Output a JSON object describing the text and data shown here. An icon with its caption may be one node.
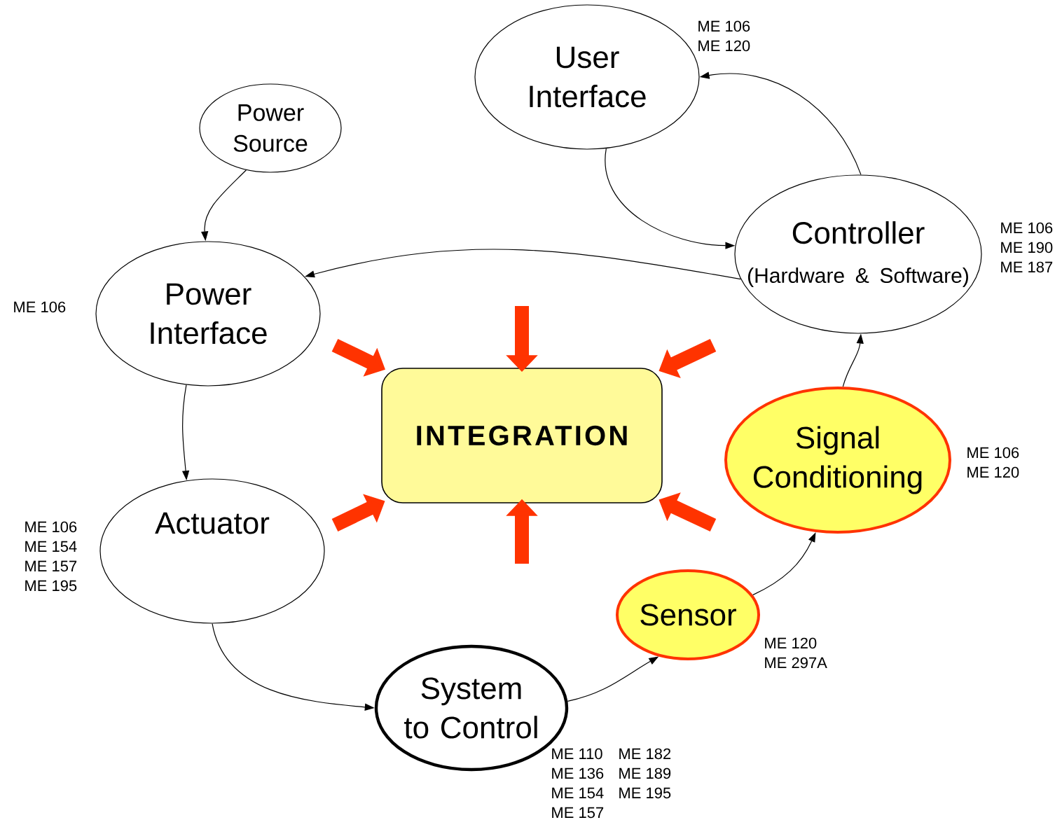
{
  "diagram": {
    "nodes": [
      {
        "text": [
          "User Interface"
        ],
        "beside": [
          "ME 106",
          "ME 120"
        ]
      },
      {
        "text": [
          "Power Source"
        ]
      },
      {
        "text": [
          "Controller",
          "(Hardware & Software)"
        ],
        "beside": [
          "ME 106",
          "ME 190",
          "ME 187"
        ]
      },
      {
        "text": [
          "Power Interface"
        ],
        "beside": [
          "ME 106"
        ]
      },
      {
        "text": [
          "INTEGRATION"
        ]
      },
      {
        "text": [
          "Signal Conditioning"
        ],
        "beside": [
          "ME 106",
          "ME 120"
        ]
      },
      {
        "text": [
          "Actuator"
        ],
        "beside": [
          "ME 106",
          "ME 154",
          "ME 157",
          "ME 195"
        ]
      },
      {
        "text": [
          "Sensor"
        ],
        "beside": [
          "ME 120",
          "ME 297A"
        ]
      },
      {
        "text": [
          "System to Control"
        ],
        "beside": [
          "ME 110",
          "ME 182",
          "ME 136",
          "ME 189",
          "ME 154",
          "ME 195",
          "ME 157"
        ]
      }
    ],
    "edges": [
      {
        "from": 1,
        "to": 3,
        "arrow": "to"
      },
      {
        "from": 0,
        "to": 2,
        "arrow": "to"
      },
      {
        "from": 2,
        "to": 0,
        "arrow": "to"
      },
      {
        "from": 2,
        "to": 3,
        "arrow": "to"
      },
      {
        "from": 3,
        "to": 6,
        "arrow": "to"
      },
      {
        "from": 6,
        "to": 8,
        "arrow": "to"
      },
      {
        "from": 8,
        "to": 7,
        "arrow": "to"
      },
      {
        "from": 7,
        "to": 5,
        "arrow": "to"
      },
      {
        "from": 5,
        "to": 2,
        "arrow": "to"
      },
      {
        "from": null,
        "to": 4,
        "arrow": "to",
        "style": "thick",
        "color": "#ff3300"
      },
      {
        "from": null,
        "to": 4,
        "arrow": "to",
        "style": "thick",
        "color": "#ff3300"
      },
      {
        "from": null,
        "to": 4,
        "arrow": "to",
        "style": "thick",
        "color": "#ff3300"
      },
      {
        "from": null,
        "to": 4,
        "arrow": "to",
        "style": "thick",
        "color": "#ff3300"
      },
      {
        "from": null,
        "to": 4,
        "arrow": "to",
        "style": "thick",
        "color": "#ff3300"
      },
      {
        "from": null,
        "to": 4,
        "arrow": "to",
        "style": "thick",
        "color": "#ff3300"
      }
    ]
  }
}
